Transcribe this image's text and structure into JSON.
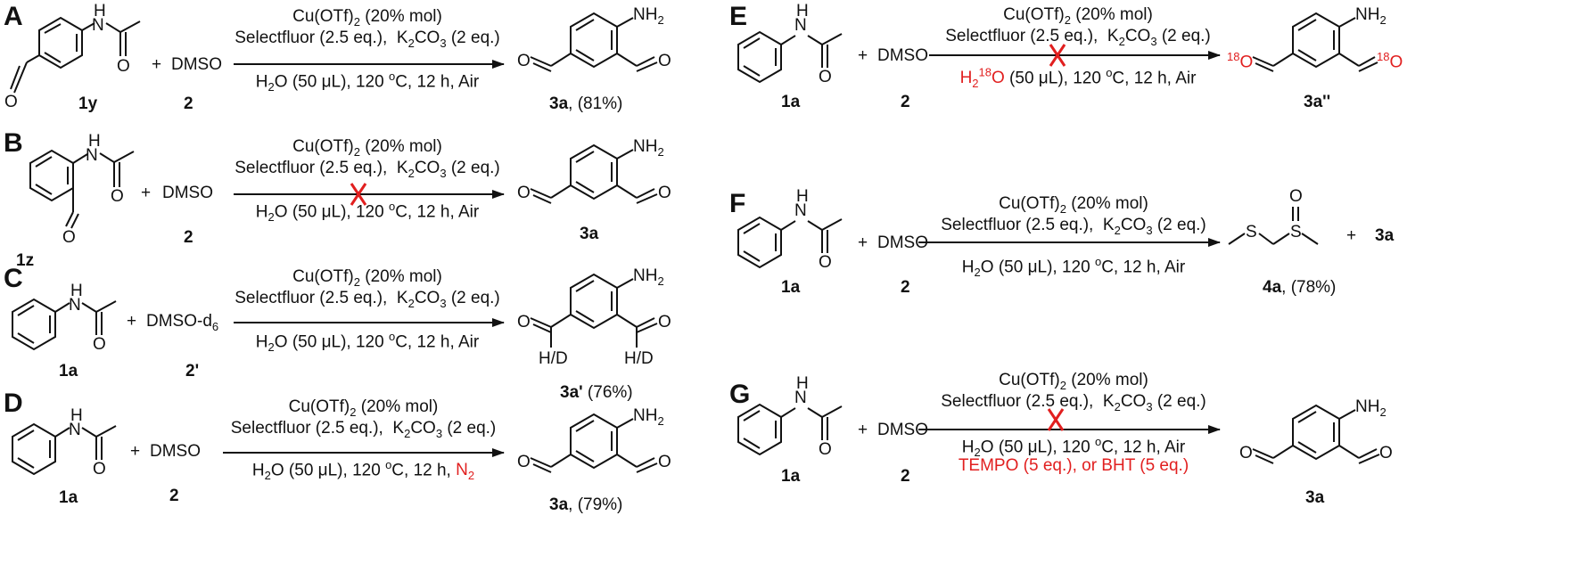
{
  "panels": [
    {
      "id": "A",
      "label": "A",
      "reactant": {
        "id": "1y",
        "label": "1y"
      },
      "reagent": {
        "id": "2",
        "name": "DMSO",
        "label": "2"
      },
      "conditions": {
        "line1": "Cu(OTf)2 (20% mol)",
        "line2": "Selectfluor (2.5 eq.),  K2CO3 (2 eq.)",
        "line3": "H2O (50 μL), 120 oC, 12 h, Air"
      },
      "blocked": false,
      "product": {
        "id": "3a",
        "label": "3a",
        "yield": ", (81%)"
      }
    },
    {
      "id": "B",
      "label": "B",
      "reactant": {
        "id": "1z",
        "label": "1z"
      },
      "reagent": {
        "id": "2",
        "name": "DMSO",
        "label": "2"
      },
      "conditions": {
        "line1": "Cu(OTf)2 (20% mol)",
        "line2": "Selectfluor (2.5 eq.),  K2CO3 (2 eq.)",
        "line3": "H2O (50 μL), 120 oC, 12 h, Air"
      },
      "blocked": true,
      "product": {
        "id": "3a",
        "label": "3a"
      }
    },
    {
      "id": "C",
      "label": "C",
      "reactant": {
        "id": "1a",
        "label": "1a"
      },
      "reagent": {
        "id": "2'",
        "name": "DMSO-d6",
        "label": "2'"
      },
      "conditions": {
        "line1": "Cu(OTf)2 (20% mol)",
        "line2": "Selectfluor (2.5 eq.),  K2CO3 (2 eq.)",
        "line3": "H2O (50 μL), 120 oC, 12 h, Air"
      },
      "blocked": false,
      "product": {
        "id": "3a'",
        "label": "3a'",
        "yield": " (76%)",
        "substituent": "H/D"
      }
    },
    {
      "id": "D",
      "label": "D",
      "reactant": {
        "id": "1a",
        "label": "1a"
      },
      "reagent": {
        "id": "2",
        "name": "DMSO",
        "label": "2"
      },
      "conditions": {
        "line1": "Cu(OTf)2 (20% mol)",
        "line2": "Selectfluor (2.5 eq.),  K2CO3 (2 eq.)",
        "line3": "H2O (50 μL), 120 oC, 12 h, ",
        "line3_red": "N2"
      },
      "blocked": false,
      "product": {
        "id": "3a",
        "label": "3a",
        "yield": ", (79%)"
      }
    },
    {
      "id": "E",
      "label": "E",
      "reactant": {
        "id": "1a",
        "label": "1a"
      },
      "reagent": {
        "id": "2",
        "name": "DMSO",
        "label": "2"
      },
      "conditions": {
        "line1": "Cu(OTf)2 (20% mol)",
        "line2": "Selectfluor (2.5 eq.),  K2CO3 (2 eq.)",
        "line3_red": "H218O",
        "line3": " (50 μL), 120 oC, 12 h, Air"
      },
      "blocked": true,
      "product": {
        "id": "3a''",
        "label": "3a''",
        "isotope": "18O"
      }
    },
    {
      "id": "F",
      "label": "F",
      "reactant": {
        "id": "1a",
        "label": "1a"
      },
      "reagent": {
        "id": "2",
        "name": "DMSO",
        "label": "2"
      },
      "conditions": {
        "line1": "Cu(OTf)2 (20% mol)",
        "line2": "Selectfluor (2.5 eq.),  K2CO3 (2 eq.)",
        "line3": "H2O (50 μL), 120 oC, 12 h, Air"
      },
      "blocked": false,
      "product": {
        "id": "4a",
        "label": "4a",
        "yield": ", (78%)",
        "coproduct": "3a"
      }
    },
    {
      "id": "G",
      "label": "G",
      "reactant": {
        "id": "1a",
        "label": "1a"
      },
      "reagent": {
        "id": "2",
        "name": "DMSO",
        "label": "2"
      },
      "conditions": {
        "line1": "Cu(OTf)2 (20% mol)",
        "line2": "Selectfluor (2.5 eq.),  K2CO3 (2 eq.)",
        "line3": "H2O (50 μL), 120 oC, 12 h, Air",
        "line4_red": "TEMPO (5 eq.), or BHT (5 eq.)"
      },
      "blocked": true,
      "product": {
        "id": "3a",
        "label": "3a"
      }
    }
  ],
  "atoms": {
    "N_H": "H",
    "N": "N",
    "O": "O",
    "S": "S",
    "NH2": "NH2",
    "plus": "+"
  },
  "colors": {
    "ink": "#111111",
    "highlight": "#e11f1f"
  }
}
